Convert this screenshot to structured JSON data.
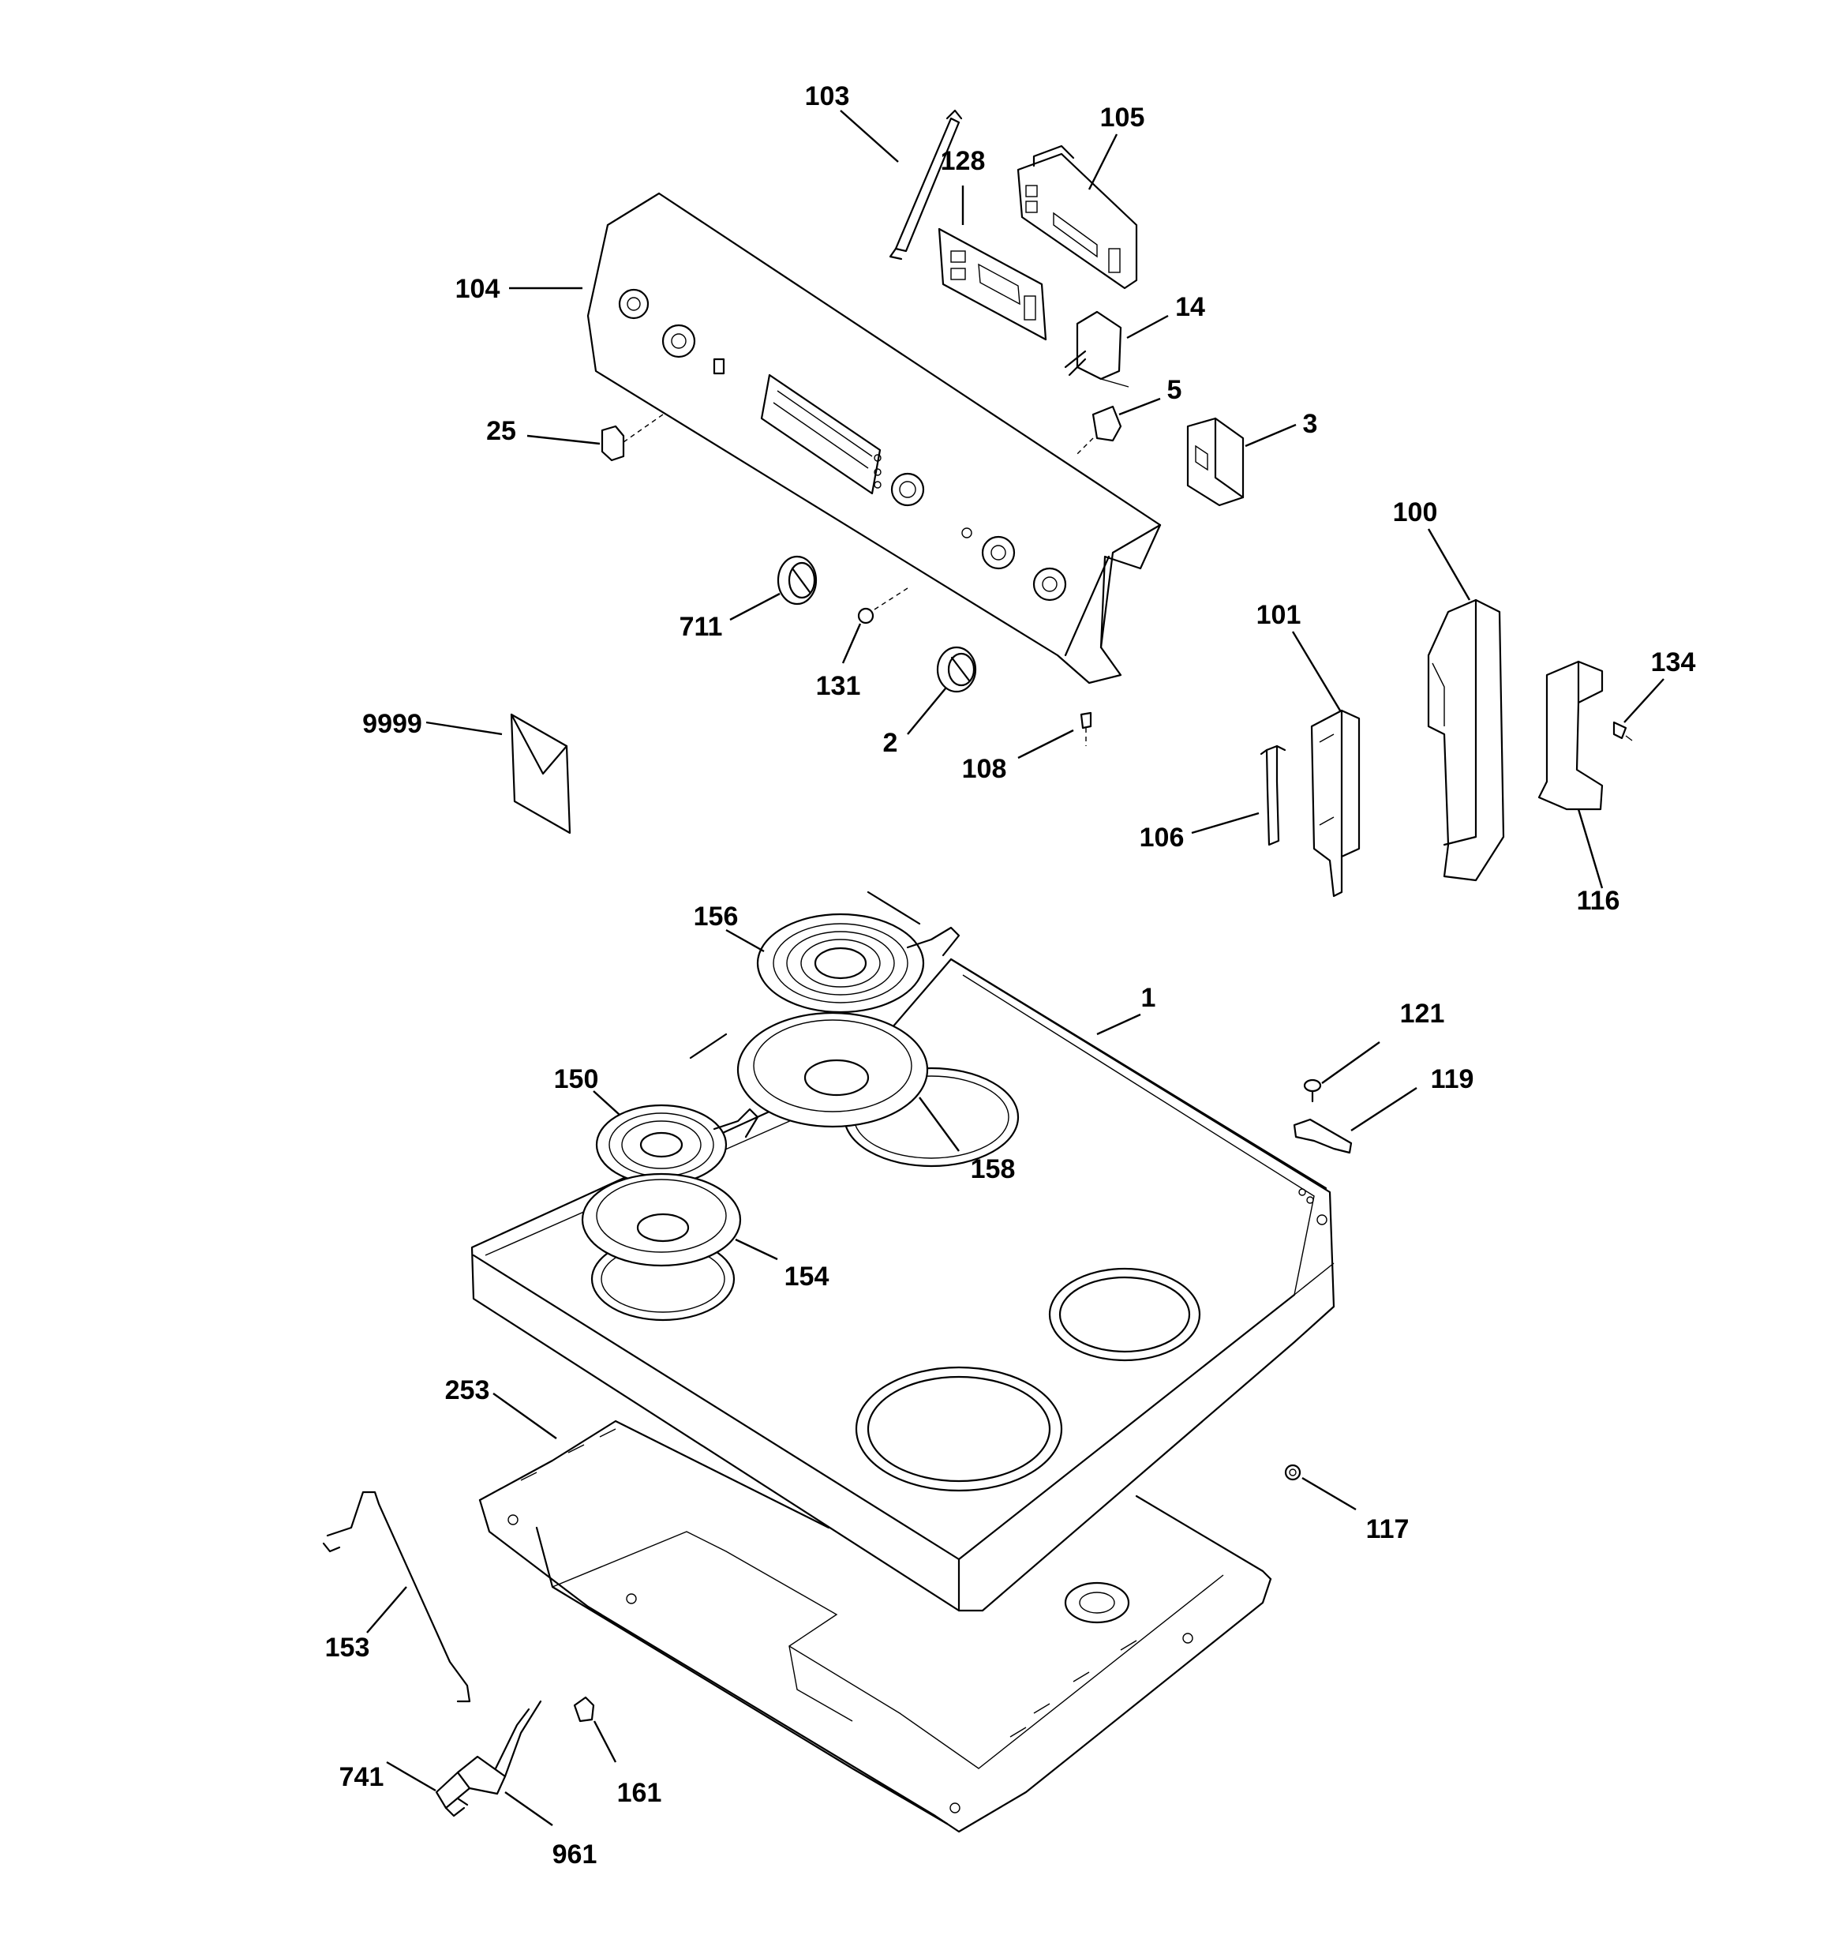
{
  "callouts": [
    {
      "id": "c103",
      "text": "103"
    },
    {
      "id": "c105",
      "text": "105"
    },
    {
      "id": "c128",
      "text": "128"
    },
    {
      "id": "c104",
      "text": "104"
    },
    {
      "id": "c14",
      "text": "14"
    },
    {
      "id": "c5",
      "text": "5"
    },
    {
      "id": "c3",
      "text": "3"
    },
    {
      "id": "c25",
      "text": "25"
    },
    {
      "id": "c100",
      "text": "100"
    },
    {
      "id": "c101",
      "text": "101"
    },
    {
      "id": "c134",
      "text": "134"
    },
    {
      "id": "c711",
      "text": "711"
    },
    {
      "id": "c131",
      "text": "131"
    },
    {
      "id": "c2",
      "text": "2"
    },
    {
      "id": "c108",
      "text": "108"
    },
    {
      "id": "c9999",
      "text": "9999"
    },
    {
      "id": "c106",
      "text": "106"
    },
    {
      "id": "c116",
      "text": "116"
    },
    {
      "id": "c156",
      "text": "156"
    },
    {
      "id": "c1",
      "text": "1"
    },
    {
      "id": "c121",
      "text": "121"
    },
    {
      "id": "c119",
      "text": "119"
    },
    {
      "id": "c150",
      "text": "150"
    },
    {
      "id": "c158",
      "text": "158"
    },
    {
      "id": "c154",
      "text": "154"
    },
    {
      "id": "c253",
      "text": "253"
    },
    {
      "id": "c117",
      "text": "117"
    },
    {
      "id": "c153",
      "text": "153"
    },
    {
      "id": "c741",
      "text": "741"
    },
    {
      "id": "c161",
      "text": "161"
    },
    {
      "id": "c961",
      "text": "961"
    }
  ]
}
